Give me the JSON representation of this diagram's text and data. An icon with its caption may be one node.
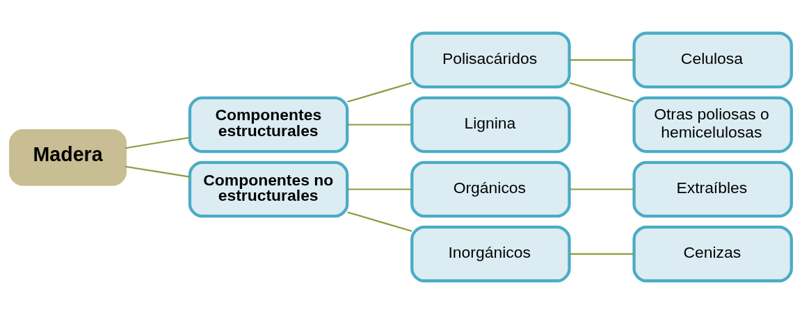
{
  "diagram": {
    "nodes": [
      {
        "text": [
          "Madera"
        ]
      },
      {
        "text": [
          "Componentes estructurales"
        ]
      },
      {
        "text": [
          "Polisacáridos"
        ]
      },
      {
        "text": [
          "Celulosa"
        ]
      },
      {
        "text": [
          "Otras poliosas o hemicelulosas"
        ]
      },
      {
        "text": [
          "Lignina"
        ]
      },
      {
        "text": [
          "Componentes no estructurales"
        ]
      },
      {
        "text": [
          "Orgánicos"
        ]
      },
      {
        "text": [
          "Extraíbles"
        ]
      },
      {
        "text": [
          "Inorgánicos"
        ]
      },
      {
        "text": [
          "Cenizas"
        ]
      }
    ],
    "edges": [
      {
        "from": 0,
        "to": 1,
        "arrow": "none"
      },
      {
        "from": 0,
        "to": 6,
        "arrow": "none"
      },
      {
        "from": 1,
        "to": 2,
        "arrow": "none"
      },
      {
        "from": 1,
        "to": 5,
        "arrow": "none"
      },
      {
        "from": 2,
        "to": 3,
        "arrow": "none"
      },
      {
        "from": 2,
        "to": 4,
        "arrow": "none"
      },
      {
        "from": 6,
        "to": 7,
        "arrow": "none"
      },
      {
        "from": 6,
        "to": 9,
        "arrow": "none"
      },
      {
        "from": 7,
        "to": 8,
        "arrow": "none"
      },
      {
        "from": 9,
        "to": 10,
        "arrow": "none"
      }
    ]
  }
}
